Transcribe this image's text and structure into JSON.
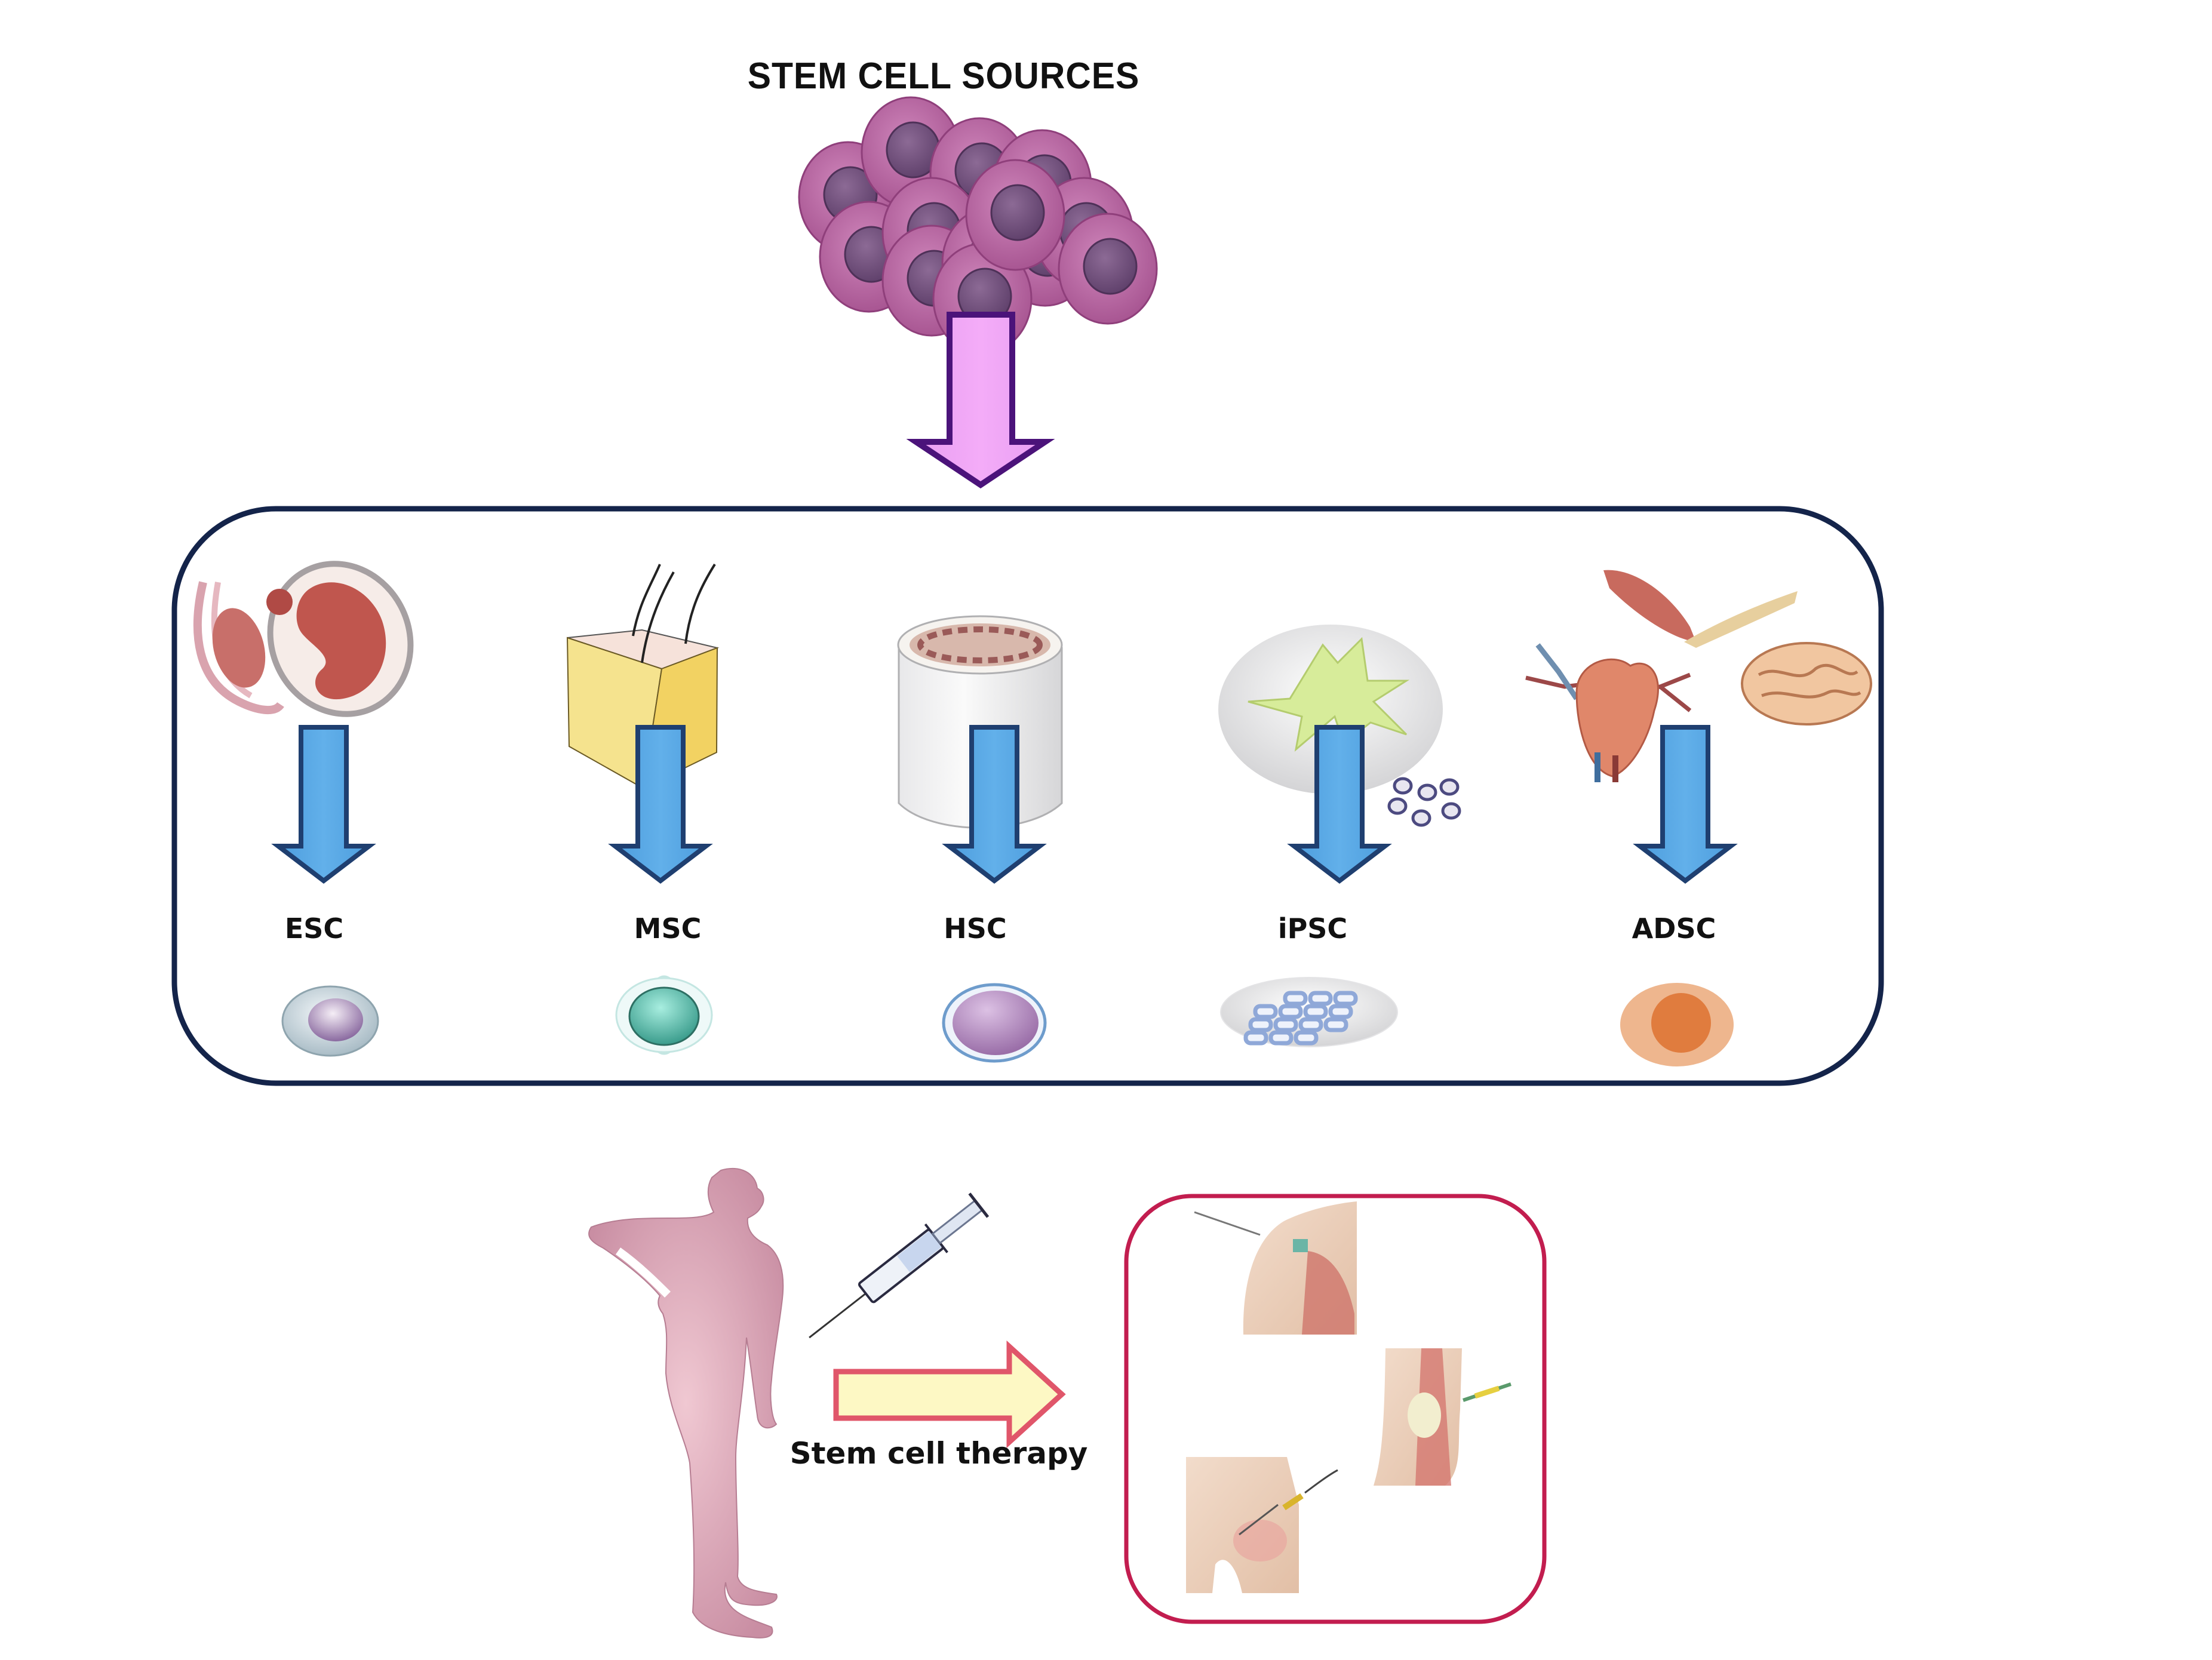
{
  "title": "STEM CELL SOURCES",
  "colors": {
    "cluster_cell": "#b8679f",
    "cluster_nucleus": "#7a5683",
    "main_arrow_fill": "#f0a6f7",
    "main_arrow_stroke": "#4b137a",
    "source_box_stroke": "#14244a",
    "blue_arrow_fill": "#5aa9e6",
    "blue_arrow_stroke": "#1f3f70",
    "therapy_box_stroke": "#c21d4f",
    "therapy_arrow_fill": "#fdf8c4",
    "therapy_arrow_stroke": "#e0566a",
    "person": "#d9a3b4"
  },
  "sources": [
    {
      "id": "esc",
      "label": "ESC",
      "source_icon": "embryo-icon",
      "cell_icon": "embryonic-stem-cell-icon"
    },
    {
      "id": "msc",
      "label": "MSC",
      "source_icon": "skin-fat-tissue-icon",
      "cell_icon": "mesenchymal-stem-cell-icon"
    },
    {
      "id": "hsc",
      "label": "HSC",
      "source_icon": "bone-marrow-icon",
      "cell_icon": "hematopoietic-stem-cell-icon"
    },
    {
      "id": "ipsc",
      "label": "iPSC",
      "source_icon": "petri-dish-fibroblast-icon",
      "cell_icon": "induced-pluripotent-colony-icon"
    },
    {
      "id": "adsc",
      "label": "ADSC",
      "source_icon": "organs-heart-brain-muscle-icon",
      "cell_icon": "adipose-derived-stem-cell-icon"
    }
  ],
  "therapy": {
    "label": "Stem cell therapy",
    "patient_icon": "patient-back-pain-icon",
    "injection_icon": "syringe-icon",
    "targets": [
      "shoulder-injection",
      "knee-injection",
      "hip-injection"
    ]
  }
}
